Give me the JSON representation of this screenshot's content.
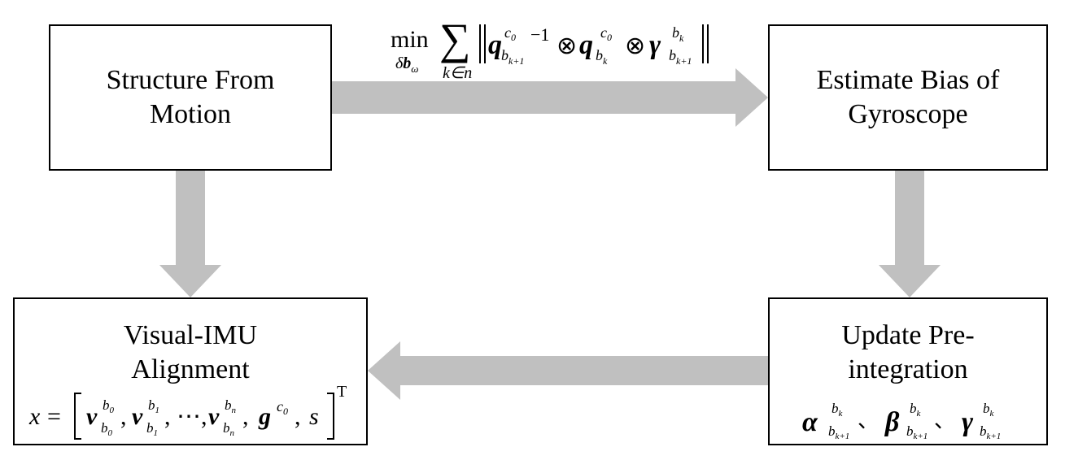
{
  "boxes": {
    "sfm": {
      "title_line1": "Structure From",
      "title_line2": "Motion"
    },
    "gyro": {
      "title_line1": "Estimate Bias of",
      "title_line2": "Gyroscope"
    },
    "align": {
      "title_line1": "Visual-IMU",
      "title_line2": "Alignment"
    },
    "update": {
      "title_line1": "Update Pre-",
      "title_line2": "integration"
    }
  },
  "colors": {
    "arrow": "#c0c0c0",
    "border": "#000000"
  }
}
